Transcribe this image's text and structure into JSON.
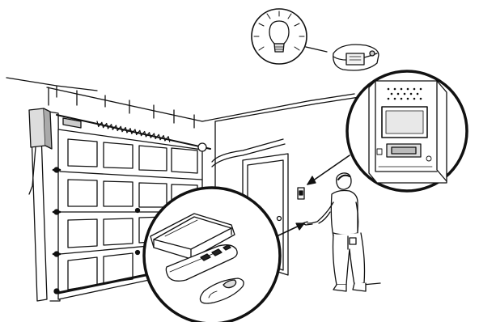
{
  "scene": {
    "background": "#ffffff",
    "ink": "#111111",
    "fill_light": "#e6e6e6",
    "fill_mid": "#cfcfcf",
    "fill_dark": "#9a9a9a"
  },
  "icons": {
    "bulb": "light-bulb-icon",
    "opener": "garage-door-opener-unit",
    "control": "wall-control-panel",
    "remotes": "remote-controls",
    "person": "person-figure",
    "door": "garage-door"
  }
}
